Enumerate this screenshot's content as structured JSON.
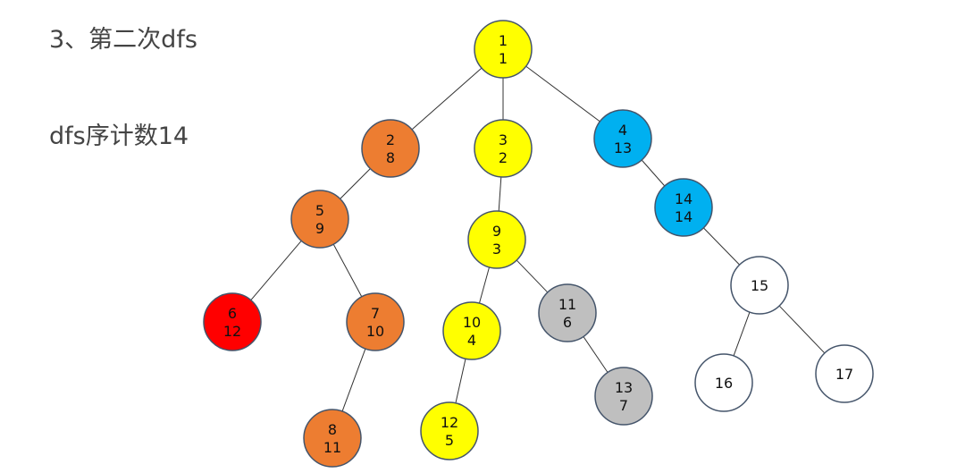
{
  "title": "3、第二次dfs",
  "subtitle": "dfs序计数14",
  "colors": {
    "yellow": "#ffff00",
    "orange": "#ed7d31",
    "blue": "#00b0f0",
    "red": "#ff0000",
    "gray": "#bfbfbf",
    "white": "#ffffff",
    "stroke": "#44546a"
  },
  "nodes": [
    {
      "id": "1",
      "lines": [
        "1",
        "1"
      ],
      "color": "yellow"
    },
    {
      "id": "2",
      "lines": [
        "2",
        "8"
      ],
      "color": "orange"
    },
    {
      "id": "3",
      "lines": [
        "3",
        "2"
      ],
      "color": "yellow"
    },
    {
      "id": "4",
      "lines": [
        "4",
        "13"
      ],
      "color": "blue"
    },
    {
      "id": "5",
      "lines": [
        "5",
        "9"
      ],
      "color": "orange"
    },
    {
      "id": "14",
      "lines": [
        "14",
        "14"
      ],
      "color": "blue"
    },
    {
      "id": "9",
      "lines": [
        "9",
        "3"
      ],
      "color": "yellow"
    },
    {
      "id": "15",
      "lines": [
        "15"
      ],
      "color": "white"
    },
    {
      "id": "6",
      "lines": [
        "6",
        "12"
      ],
      "color": "red"
    },
    {
      "id": "7",
      "lines": [
        "7",
        "10"
      ],
      "color": "orange"
    },
    {
      "id": "10",
      "lines": [
        "10",
        "4"
      ],
      "color": "yellow"
    },
    {
      "id": "11",
      "lines": [
        "11",
        "6"
      ],
      "color": "gray"
    },
    {
      "id": "16",
      "lines": [
        "16"
      ],
      "color": "white"
    },
    {
      "id": "17",
      "lines": [
        "17"
      ],
      "color": "white"
    },
    {
      "id": "8",
      "lines": [
        "8",
        "11"
      ],
      "color": "orange"
    },
    {
      "id": "12",
      "lines": [
        "12",
        "5"
      ],
      "color": "yellow"
    },
    {
      "id": "13",
      "lines": [
        "13",
        "7"
      ],
      "color": "gray"
    }
  ],
  "edges": [
    [
      "1",
      "2"
    ],
    [
      "1",
      "3"
    ],
    [
      "1",
      "4"
    ],
    [
      "2",
      "5"
    ],
    [
      "3",
      "9"
    ],
    [
      "4",
      "14"
    ],
    [
      "5",
      "6"
    ],
    [
      "5",
      "7"
    ],
    [
      "7",
      "8"
    ],
    [
      "9",
      "10"
    ],
    [
      "9",
      "11"
    ],
    [
      "10",
      "12"
    ],
    [
      "11",
      "13"
    ],
    [
      "14",
      "15"
    ],
    [
      "15",
      "16"
    ],
    [
      "15",
      "17"
    ]
  ]
}
